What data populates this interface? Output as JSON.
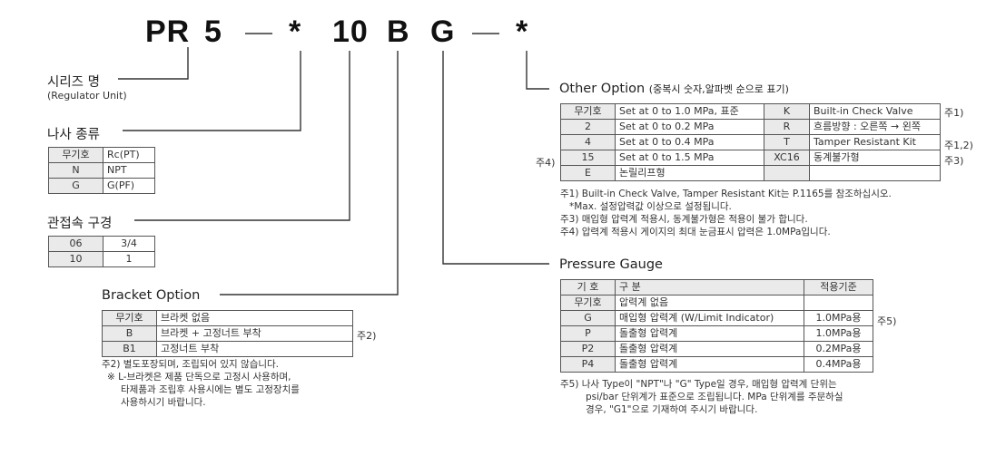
{
  "code": {
    "series": "PR",
    "size": "5",
    "dash1": "—",
    "star1": "*",
    "conn": "10",
    "bracket": "B",
    "gauge": "G",
    "dash2": "—",
    "star2": "*"
  },
  "series_section": {
    "title": "시리즈 명",
    "subtitle": "(Regulator Unit)"
  },
  "thread_section": {
    "title": "나사 종류",
    "header": [
      "무기호",
      "Rc(PT)"
    ],
    "rows": [
      [
        "N",
        "NPT"
      ],
      [
        "G",
        "G(PF)"
      ]
    ]
  },
  "conn_section": {
    "title": "관접속 구경",
    "rows": [
      [
        "06",
        "3/4"
      ],
      [
        "10",
        "1"
      ]
    ]
  },
  "bracket_section": {
    "title": "Bracket Option",
    "rows": [
      [
        "무기호",
        "브라켓 없음"
      ],
      [
        "B",
        "브라켓 + 고정너트 부착"
      ],
      [
        "B1",
        "고정너트 부착"
      ]
    ],
    "side_note": "주2)",
    "notes": [
      "주2) 별도포장되며, 조립되어 있지 않습니다.",
      "※ L-브라켓은 제품 단독으로 고정시 사용하며,",
      "타제품과 조립후 사용시에는 별도 고정장치를",
      "사용하시기 바랍니다."
    ]
  },
  "other_section": {
    "title": "Other Option",
    "title_note": "(중복시 숫자,알파벳 순으로 표기)",
    "rows": [
      [
        "무기호",
        "Set at 0 to 1.0 MPa, 표준",
        "K",
        "Built-in Check Valve",
        "주1)"
      ],
      [
        "2",
        "Set at 0 to 0.2 MPa",
        "R",
        "흐름방향 : 오른쪽 → 왼쪽",
        ""
      ],
      [
        "4",
        "Set at 0 to 0.4 MPa",
        "T",
        "Tamper Resistant Kit",
        "주1,2)"
      ],
      [
        "15",
        "Set at 0 to 1.5 MPa",
        "XC16",
        "동계불가형",
        "주3)"
      ],
      [
        "E",
        "논릴리프형",
        "",
        "",
        ""
      ]
    ],
    "left_note": "주4)",
    "notes": [
      "주1) Built-in Check Valve, Tamper Resistant Kit는 P.1165를 참조하십시오.",
      "*Max. 설정압력값 이상으로 설정됩니다.",
      "주3) 매입형 압력계 적용시, 동계불가형은 적용이 불가 합니다.",
      "주4) 압력계 적용시 게이지의 최대 눈금표시 압력은 1.0MPa입니다."
    ]
  },
  "gauge_section": {
    "title": "Pressure Gauge",
    "header": [
      "기 호",
      "구 분",
      "적용기준"
    ],
    "rows": [
      [
        "무기호",
        "압력계 없음",
        ""
      ],
      [
        "G",
        "매입형 압력계 (W/Limit Indicator)",
        "1.0MPa용"
      ],
      [
        "P",
        "돌출형 압력계",
        "1.0MPa용"
      ],
      [
        "P2",
        "돌출형 압력계",
        "0.2MPa용"
      ],
      [
        "P4",
        "돌출형 압력계",
        "0.4MPa용"
      ]
    ],
    "side_note": "주5)",
    "notes": [
      "주5) 나사 Type이 \"NPT\"나 \"G\" Type일 경우, 매입형 압력계 단위는",
      "psi/bar 단위계가 표준으로 조립됩니다. MPa 단위계를 주문하실",
      "경우, \"G1\"으로 기재하여 주시기 바랍니다."
    ]
  }
}
